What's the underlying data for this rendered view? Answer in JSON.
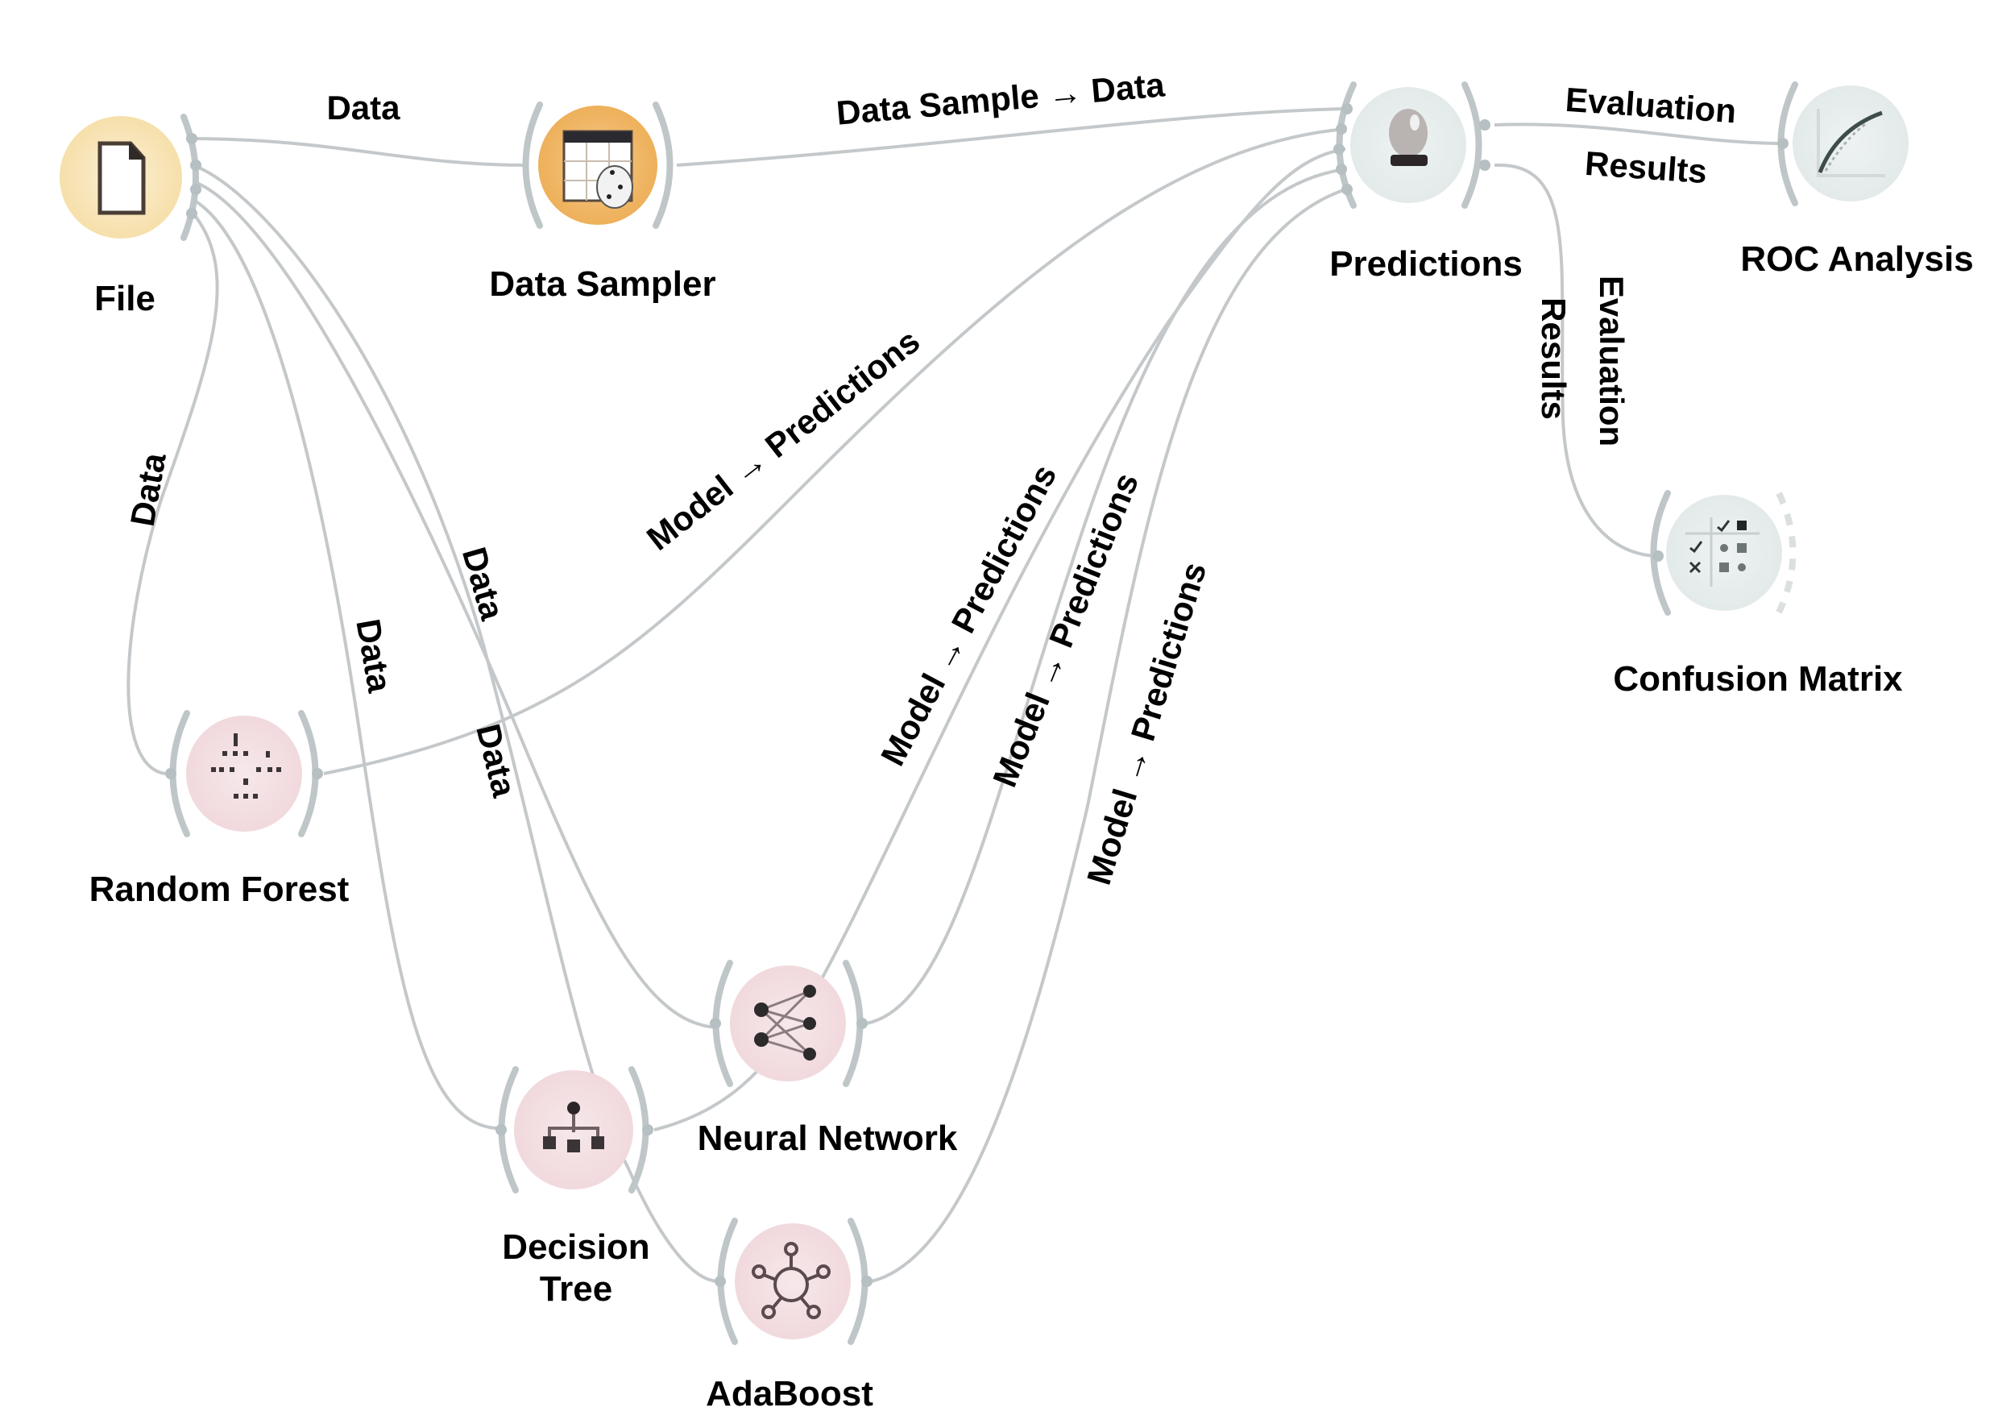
{
  "workflow": {
    "nodes": [
      {
        "id": "file",
        "label": "File",
        "icon": "file-icon",
        "category": "data",
        "color": "#f6dfaa"
      },
      {
        "id": "data_sampler",
        "label": "Data Sampler",
        "icon": "data-sampler-icon",
        "category": "data",
        "color": "#f0b460"
      },
      {
        "id": "predictions",
        "label": "Predictions",
        "icon": "crystal-ball-icon",
        "category": "evaluate",
        "color": "#e6ecec"
      },
      {
        "id": "roc",
        "label": "ROC Analysis",
        "icon": "roc-curve-icon",
        "category": "evaluate",
        "color": "#e6ecec"
      },
      {
        "id": "confusion",
        "label": "Confusion Matrix",
        "icon": "confusion-matrix-icon",
        "category": "evaluate",
        "color": "#e6ecec"
      },
      {
        "id": "random_forest",
        "label": "Random Forest",
        "icon": "random-forest-icon",
        "category": "model",
        "color": "#f3dfe2"
      },
      {
        "id": "decision_tree",
        "label_lines": [
          "Decision",
          "Tree"
        ],
        "icon": "decision-tree-icon",
        "category": "model",
        "color": "#f3dfe2"
      },
      {
        "id": "neural_network",
        "label": "Neural Network",
        "icon": "neural-network-icon",
        "category": "model",
        "color": "#f3dfe2"
      },
      {
        "id": "adaboost",
        "label": "AdaBoost",
        "icon": "adaboost-icon",
        "category": "model",
        "color": "#f3dfe2"
      }
    ],
    "links": [
      {
        "from": "file",
        "to": "data_sampler",
        "label": "Data"
      },
      {
        "from": "data_sampler",
        "to": "predictions",
        "label": "Data Sample → Data"
      },
      {
        "from": "predictions",
        "to": "roc",
        "label_lines": [
          "Evaluation",
          "Results"
        ]
      },
      {
        "from": "predictions",
        "to": "confusion",
        "label_lines": [
          "Evaluation",
          "Results"
        ]
      },
      {
        "from": "file",
        "to": "random_forest",
        "label": "Data"
      },
      {
        "from": "file",
        "to": "neural_network",
        "label": "Data"
      },
      {
        "from": "file",
        "to": "decision_tree",
        "label": "Data"
      },
      {
        "from": "file",
        "to": "adaboost",
        "label": "Data"
      },
      {
        "from": "random_forest",
        "to": "predictions",
        "label": "Model → Predictions"
      },
      {
        "from": "decision_tree",
        "to": "predictions",
        "label": "Model → Predictions"
      },
      {
        "from": "neural_network",
        "to": "predictions",
        "label": "Model → Predictions"
      },
      {
        "from": "adaboost",
        "to": "predictions",
        "label": "Model → Predictions"
      }
    ]
  },
  "colors": {
    "link": "#c4c8ca",
    "bracket": "#bfc6c8",
    "data_node": "#f6dfaa",
    "sampler_node": "#f0b460",
    "evaluate_node": "#e6ecec",
    "model_node": "#f3dfe2",
    "icon_dark": "#3a3436"
  }
}
